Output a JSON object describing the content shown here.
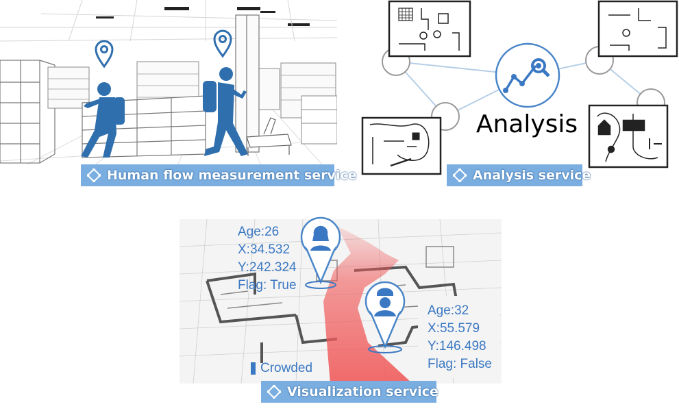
{
  "services": {
    "human_flow": "Human flow measurement service",
    "analysis": "Analysis service",
    "visualization": "Visualization service"
  },
  "analysis_word": "Analysis",
  "people": [
    {
      "age": "Age:26",
      "x": "X:34.532",
      "y": "Y:242.324",
      "flag": "Flag: True"
    },
    {
      "age": "Age:32",
      "x": "X:55.579",
      "y": "Y:146.498",
      "flag": "Flag: False"
    }
  ],
  "legend": {
    "crowded": "Crowded"
  },
  "colors": {
    "accent": "#3b78c3",
    "label_bg": "#7aaee0",
    "walker": "#2f6fae",
    "crowd": "#f05a5a"
  }
}
